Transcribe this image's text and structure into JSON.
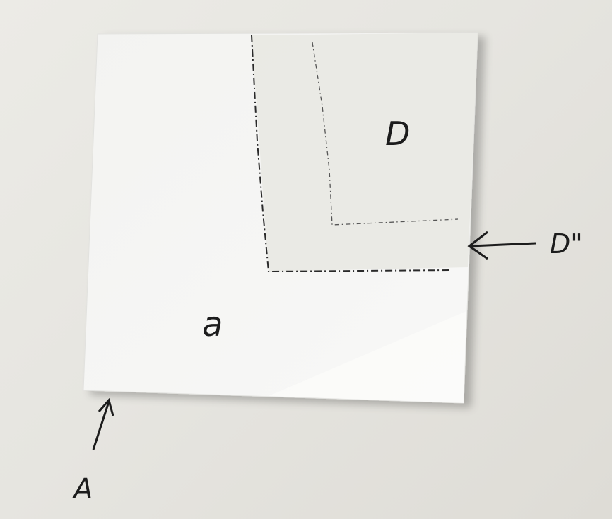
{
  "photo": {
    "background_color": "#e8e7e2",
    "paper_color": "#f4f4f2",
    "overlay_color": "#ebeae5",
    "ink_color": "#1c1c1c"
  },
  "labels": {
    "sheet_label": "a",
    "overlay_label": "D",
    "arrow_right_label": "D\"",
    "arrow_bottom_label": "A"
  }
}
